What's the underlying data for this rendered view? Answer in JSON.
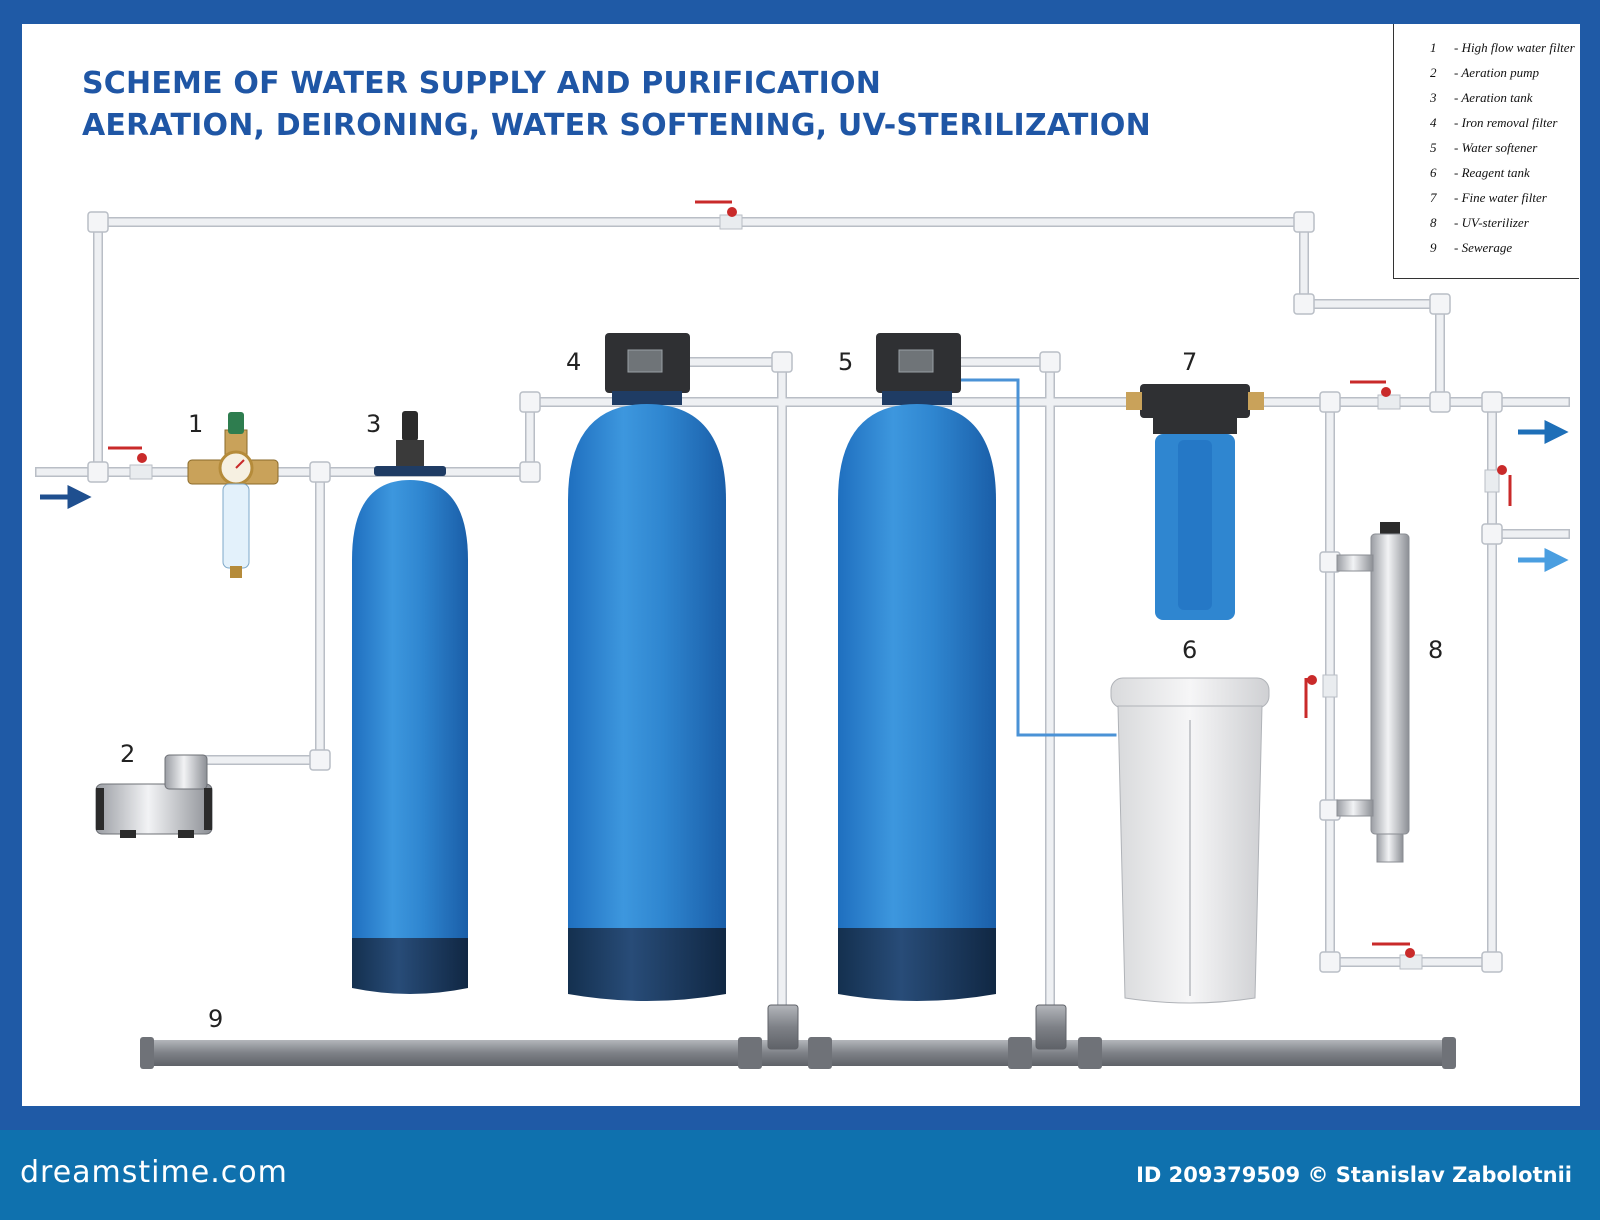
{
  "title": {
    "line1": "SCHEME OF WATER SUPPLY AND PURIFICATION",
    "line2": "AERATION, DEIRONING, WATER SOFTENING, UV-STERILIZATION"
  },
  "legend": [
    {
      "num": "1",
      "label": "High flow water filter"
    },
    {
      "num": "2",
      "label": "Aeration pump"
    },
    {
      "num": "3",
      "label": "Aeration tank"
    },
    {
      "num": "4",
      "label": "Iron removal filter"
    },
    {
      "num": "5",
      "label": "Water softener"
    },
    {
      "num": "6",
      "label": "Reagent tank"
    },
    {
      "num": "7",
      "label": "Fine water filter"
    },
    {
      "num": "8",
      "label": "UV-sterilizer"
    },
    {
      "num": "9",
      "label": "Sewerage"
    }
  ],
  "labels": {
    "n1": "1",
    "n2": "2",
    "n3": "3",
    "n4": "4",
    "n5": "5",
    "n6": "6",
    "n7": "7",
    "n8": "8",
    "n9": "9"
  },
  "footer": {
    "brand": "dreamstime.com",
    "credit": "ID 209379509 © Stanislav Zabolotnii"
  },
  "colors": {
    "frame": "#1f5aa6",
    "title": "#1f56a5",
    "tank_blue": "#2f86d0",
    "tank_base": "#1c3b63",
    "pipe": "#e6e9ee",
    "valve": "#c92a2a",
    "sewer": "#8c8f94",
    "footer": "#0f71ae"
  }
}
